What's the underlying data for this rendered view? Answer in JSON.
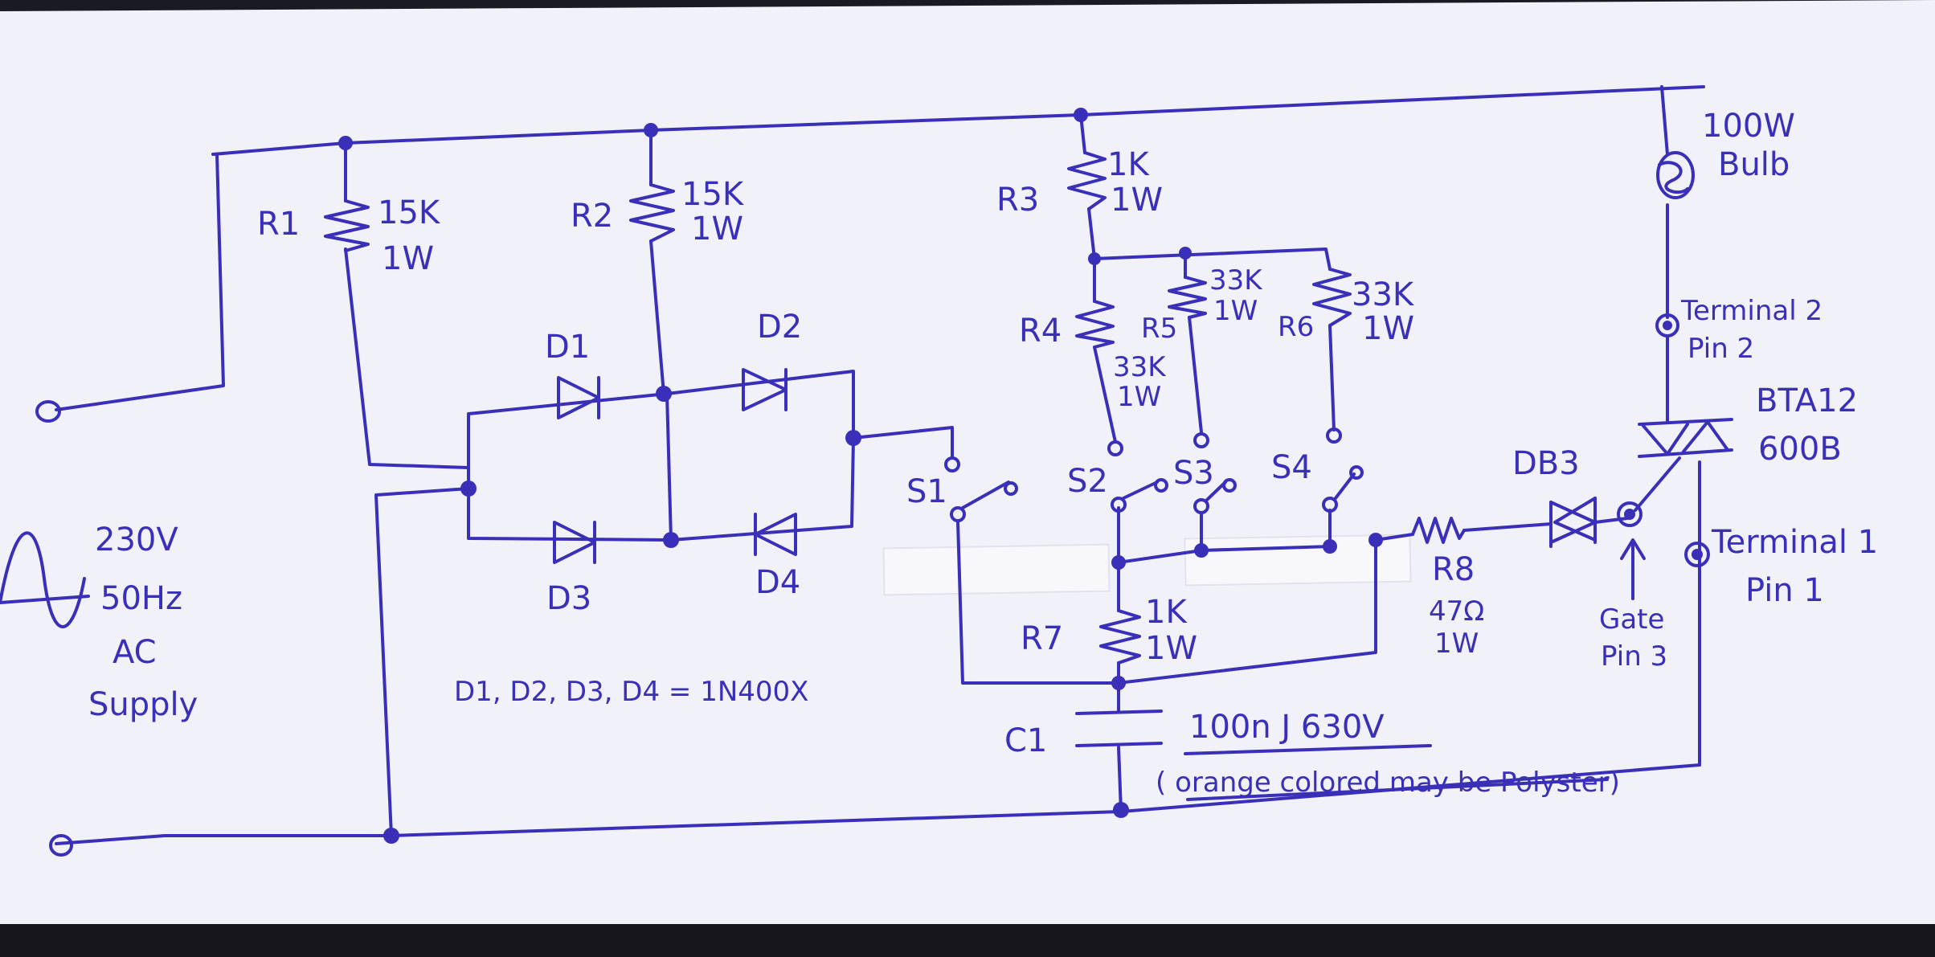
{
  "supply": {
    "voltage": "230V",
    "frequency": "50Hz",
    "type": "AC",
    "word": "Supply"
  },
  "components": {
    "R1": {
      "ref": "R1",
      "value": "15K",
      "power": "1W"
    },
    "R2": {
      "ref": "R2",
      "value": "15K",
      "power": "1W"
    },
    "R3": {
      "ref": "R3",
      "value": "1K",
      "power": "1W"
    },
    "R4": {
      "ref": "R4",
      "value": "33K",
      "power": "1W"
    },
    "R5": {
      "ref": "R5",
      "value": "33K",
      "power": "1W"
    },
    "R6": {
      "ref": "R6",
      "value": "33K",
      "power": "1W"
    },
    "R7": {
      "ref": "R7",
      "value": "1K",
      "power": "1W"
    },
    "R8": {
      "ref": "R8",
      "value": "47Ω",
      "power": "1W"
    },
    "D1": {
      "ref": "D1"
    },
    "D2": {
      "ref": "D2"
    },
    "D3": {
      "ref": "D3"
    },
    "D4": {
      "ref": "D4"
    },
    "C1": {
      "ref": "C1",
      "value": "100n J 630V",
      "note": "( orange colored may be Polyster)"
    },
    "DB3": {
      "ref": "DB3"
    },
    "triac": {
      "part": "BTA12",
      "grade": "600B"
    },
    "bulb": {
      "power": "100W",
      "name": "Bulb"
    }
  },
  "switches": [
    "S1",
    "S2",
    "S3",
    "S4"
  ],
  "pins": {
    "t2": {
      "name": "Terminal 2",
      "pin": "Pin 2"
    },
    "t1": {
      "name": "Terminal 1",
      "pin": "Pin 1"
    },
    "gate": {
      "name": "Gate",
      "pin": "Pin 3"
    }
  },
  "diode_note": "D1, D2, D3, D4 = 1N400X",
  "colors": {
    "ink": "#3a2fb8",
    "paper": "#f1f1fa",
    "tape": "#f7f7fb"
  }
}
